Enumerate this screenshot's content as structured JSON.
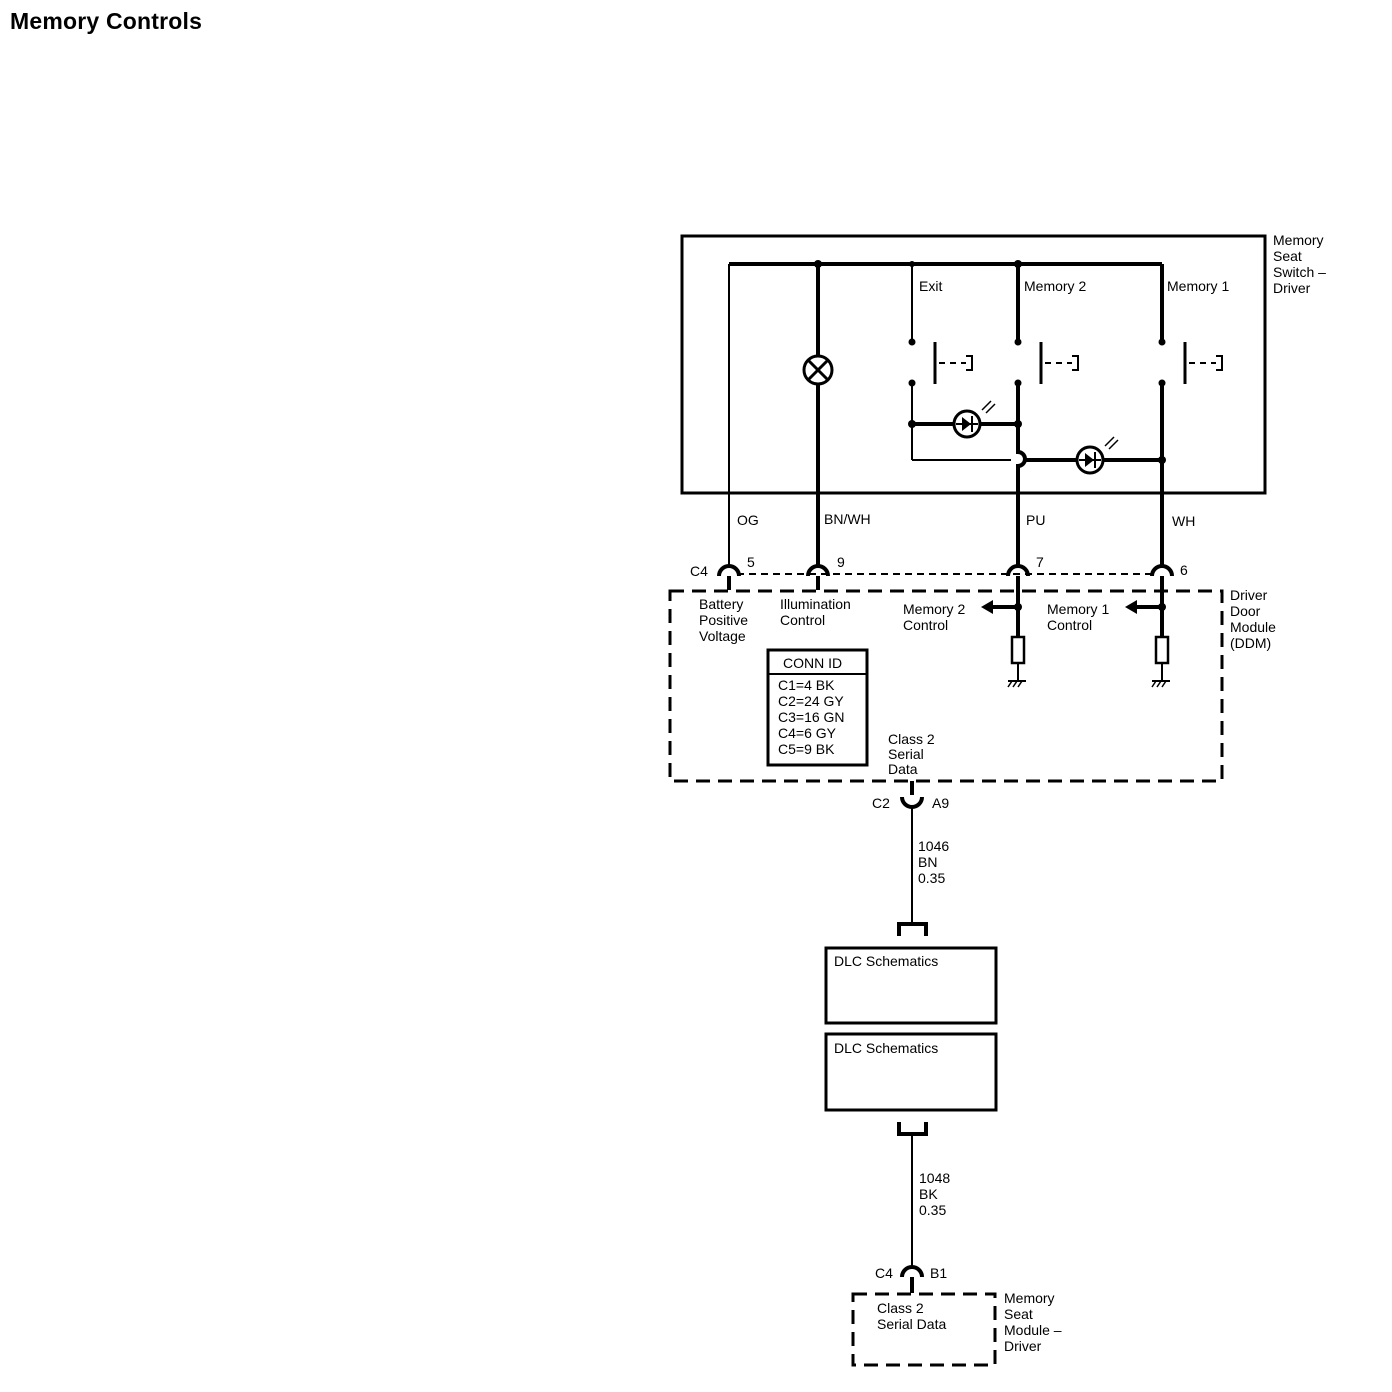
{
  "title": "Memory Controls",
  "memory_seat_switch": {
    "label_lines": [
      "Memory",
      "Seat",
      "Switch –",
      "Driver"
    ],
    "switches": {
      "exit": "Exit",
      "memory2": "Memory 2",
      "memory1": "Memory 1"
    }
  },
  "wires_top": {
    "og": "OG",
    "bnwh": "BN/WH",
    "pu": "PU",
    "wh": "WH"
  },
  "connector_c4_top": {
    "name": "C4",
    "pins": {
      "p5": "5",
      "p9": "9",
      "p7": "7",
      "p6": "6"
    }
  },
  "ddm": {
    "label_lines": [
      "Driver",
      "Door",
      "Module",
      "(DDM)"
    ],
    "battery_lines": [
      "Battery",
      "Positive",
      "Voltage"
    ],
    "illumination_lines": [
      "Illumination",
      "Control"
    ],
    "memory2_control_lines": [
      "Memory 2",
      "Control"
    ],
    "memory1_control_lines": [
      "Memory 1",
      "Control"
    ],
    "class2_lines": [
      "Class 2",
      "Serial",
      "Data"
    ]
  },
  "conn_id": {
    "header": "CONN ID",
    "rows": [
      "C1=4 BK",
      "C2=24 GY",
      "C3=16 GN",
      "C4=6 GY",
      "C5=9 BK"
    ]
  },
  "connector_c2": {
    "name": "C2",
    "pin": "A9"
  },
  "wire_1046": [
    "1046",
    "BN",
    "0.35"
  ],
  "dlc_boxes": [
    "DLC Schematics",
    "DLC Schematics"
  ],
  "wire_1048": [
    "1048",
    "BK",
    "0.35"
  ],
  "connector_c4_bottom": {
    "name": "C4",
    "pin": "B1"
  },
  "memory_seat_module": {
    "inner_lines": [
      "Class 2",
      "Serial Data"
    ],
    "label_lines": [
      "Memory",
      "Seat",
      "Module –",
      "Driver"
    ]
  }
}
